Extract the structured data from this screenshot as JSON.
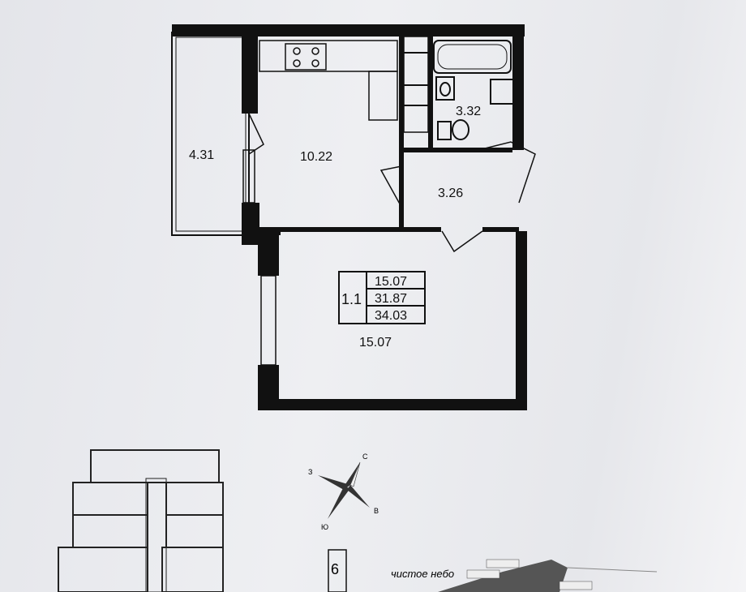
{
  "plan": {
    "rooms": {
      "balcony": "4.31",
      "kitchen": "10.22",
      "bathroom": "3.32",
      "hall": "3.26",
      "living_room": "15.07"
    },
    "unit_badge": {
      "type": "1.1",
      "living_area": "15.07",
      "total_area": "31.87",
      "total_with_balcony": "34.03"
    }
  },
  "compass": {
    "north": "С",
    "west": "З",
    "east": "В",
    "south": "Ю"
  },
  "section_badge": "6",
  "logo": "чистое небо",
  "colors": {
    "wall": "#111111",
    "paper": "#eceef1"
  }
}
